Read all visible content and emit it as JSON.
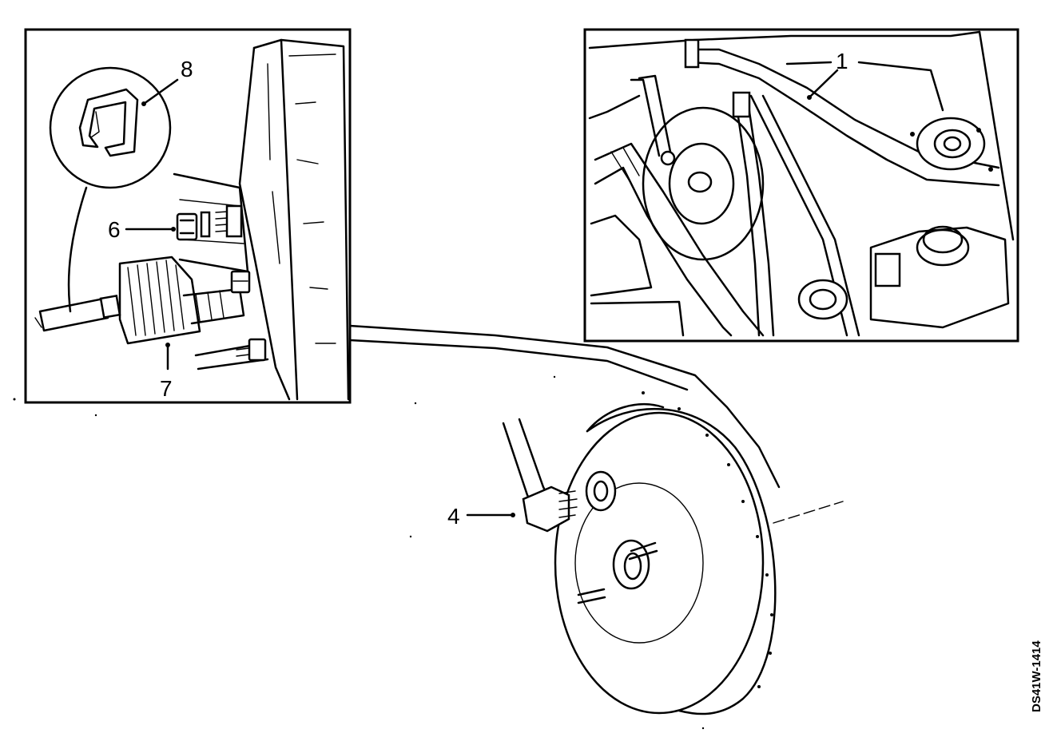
{
  "labels": {
    "l1": "1",
    "l4": "4",
    "l6": "6",
    "l7": "7",
    "l8": "8"
  },
  "figure_code": "DS41W-1414",
  "colors": {
    "ink": "#000000",
    "paper": "#ffffff"
  }
}
